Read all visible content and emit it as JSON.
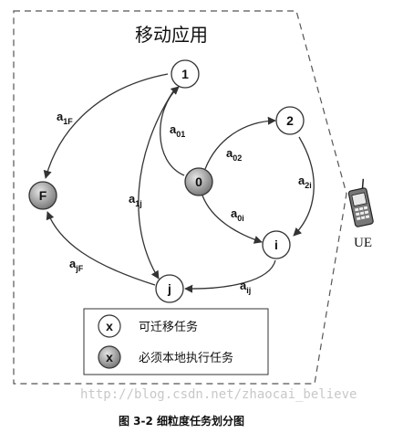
{
  "title": "移动应用",
  "nodes": {
    "n1": {
      "label": "1",
      "kind": "migratable"
    },
    "n2": {
      "label": "2",
      "kind": "migratable"
    },
    "n0": {
      "label": "0",
      "kind": "local"
    },
    "nF": {
      "label": "F",
      "kind": "local"
    },
    "ni": {
      "label": "i",
      "kind": "migratable"
    },
    "nj": {
      "label": "j",
      "kind": "migratable"
    }
  },
  "edges": {
    "a1F": {
      "base": "a",
      "sub": "1F"
    },
    "a01": {
      "base": "a",
      "sub": "01"
    },
    "a02": {
      "base": "a",
      "sub": "02"
    },
    "a2i": {
      "base": "a",
      "sub": "2i"
    },
    "a1j": {
      "base": "a",
      "sub": "1j"
    },
    "a0i": {
      "base": "a",
      "sub": "0i"
    },
    "ajF": {
      "base": "a",
      "sub": "jF"
    },
    "aij": {
      "base": "a",
      "sub": "ij"
    }
  },
  "legend": {
    "migratable": {
      "symbol": "x",
      "text": "可迁移任务"
    },
    "local": {
      "symbol": "x",
      "text": "必须本地执行任务"
    }
  },
  "device_label": "UE",
  "watermark": "http://blog.csdn.net/zhaocai_believe",
  "caption": "图 3-2  细粒度任务划分图",
  "colors": {
    "local_fill": "#8f8f8f",
    "migratable_fill": "#ffffff",
    "stroke": "#333333"
  }
}
